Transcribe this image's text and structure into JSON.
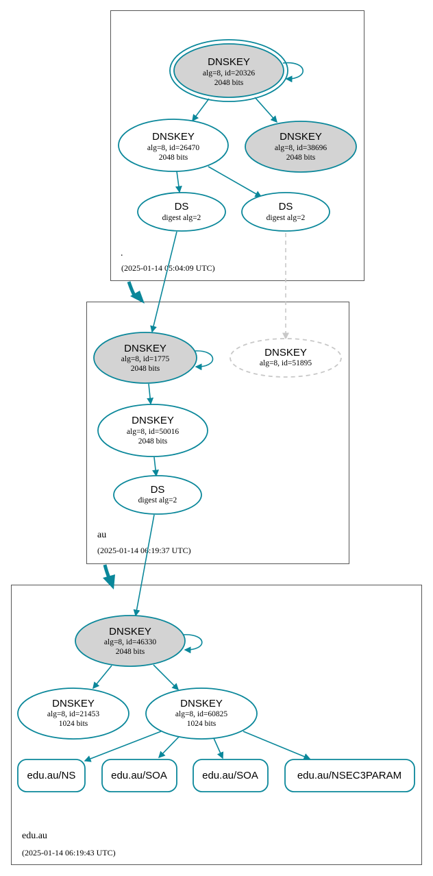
{
  "colors": {
    "accent": "#0a879a",
    "key_fill": "#d3d3d3",
    "dashed": "#c8c8c8",
    "border": "#555555"
  },
  "zones": {
    "root": {
      "name": ".",
      "timestamp": "(2025-01-14 05:04:09 UTC)"
    },
    "au": {
      "name": "au",
      "timestamp": "(2025-01-14 06:19:37 UTC)"
    },
    "edu": {
      "name": "edu.au",
      "timestamp": "(2025-01-14 06:19:43 UTC)"
    }
  },
  "nodes": {
    "root_ksk": {
      "title": "DNSKEY",
      "line1": "alg=8, id=20326",
      "line2": "2048 bits"
    },
    "root_zsk": {
      "title": "DNSKEY",
      "line1": "alg=8, id=26470",
      "line2": "2048 bits"
    },
    "root_ksk2": {
      "title": "DNSKEY",
      "line1": "alg=8, id=38696",
      "line2": "2048 bits"
    },
    "root_ds1": {
      "title": "DS",
      "line1": "digest alg=2"
    },
    "root_ds2": {
      "title": "DS",
      "line1": "digest alg=2"
    },
    "au_ksk": {
      "title": "DNSKEY",
      "line1": "alg=8, id=1775",
      "line2": "2048 bits"
    },
    "au_missing": {
      "title": "DNSKEY",
      "line1": "alg=8, id=51895"
    },
    "au_zsk": {
      "title": "DNSKEY",
      "line1": "alg=8, id=50016",
      "line2": "2048 bits"
    },
    "au_ds": {
      "title": "DS",
      "line1": "digest alg=2"
    },
    "edu_ksk": {
      "title": "DNSKEY",
      "line1": "alg=8, id=46330",
      "line2": "2048 bits"
    },
    "edu_zsk1": {
      "title": "DNSKEY",
      "line1": "alg=8, id=21453",
      "line2": "1024 bits"
    },
    "edu_zsk2": {
      "title": "DNSKEY",
      "line1": "alg=8, id=60825",
      "line2": "1024 bits"
    }
  },
  "records": {
    "ns": "edu.au/NS",
    "soa1": "edu.au/SOA",
    "soa2": "edu.au/SOA",
    "nsec3param": "edu.au/NSEC3PARAM"
  }
}
